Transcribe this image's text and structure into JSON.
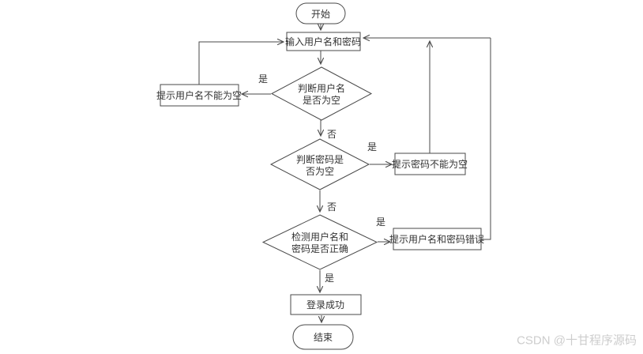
{
  "diagram": {
    "type": "flowchart",
    "nodes": {
      "start": "开始",
      "input_credentials": "输入用户名和密码",
      "check_username": {
        "line1": "判断用户名",
        "line2": "是否为空"
      },
      "prompt_username_empty": "提示用户名不能为空",
      "check_password": {
        "line1": "判断密码是",
        "line2": "否为空"
      },
      "prompt_password_empty": "提示密码不能为空",
      "check_credentials": {
        "line1": "检测用户名和",
        "line2": "密码是否正确"
      },
      "prompt_credentials_error": "提示用户名和密码错误",
      "login_success": "登录成功",
      "end": "结束"
    },
    "edge_labels": {
      "username_empty_yes": "是",
      "username_empty_no": "否",
      "password_empty_yes": "是",
      "password_empty_no": "否",
      "credentials_check_right": "是",
      "credentials_check_down": "是"
    },
    "colors": {
      "stroke": "#4a4a4a",
      "node_fill": "#ffffff",
      "text": "#333333",
      "background": "#ffffff"
    }
  },
  "watermark": {
    "text": "CSDN @十甘程序源码",
    "color": "#cdcdcd"
  }
}
